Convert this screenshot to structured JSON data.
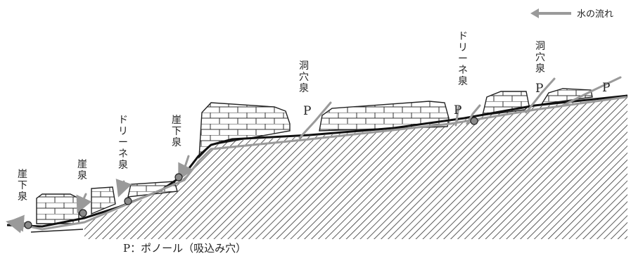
{
  "legend": {
    "flow_label": "水の流れ",
    "arrow_color": "#9a9a9a"
  },
  "labels": {
    "cliff_spring_1": "崖下泉",
    "cliff_spring_2": "崖泉",
    "doline_spring_1": "ドリーネ泉",
    "cliff_spring_3": "崖下泉",
    "cave_spring_1": "洞穴泉",
    "doline_spring_2": "ドリーネ泉",
    "cave_spring_2": "洞穴泉"
  },
  "ponor_marks": [
    "P",
    "P",
    "P",
    "P"
  ],
  "caption": "P：ポノール（吸込み穴）",
  "colors": {
    "line": "#222222",
    "flow": "#9a9a9a",
    "hatch": "#333333",
    "spring": "#8a8a8a"
  }
}
